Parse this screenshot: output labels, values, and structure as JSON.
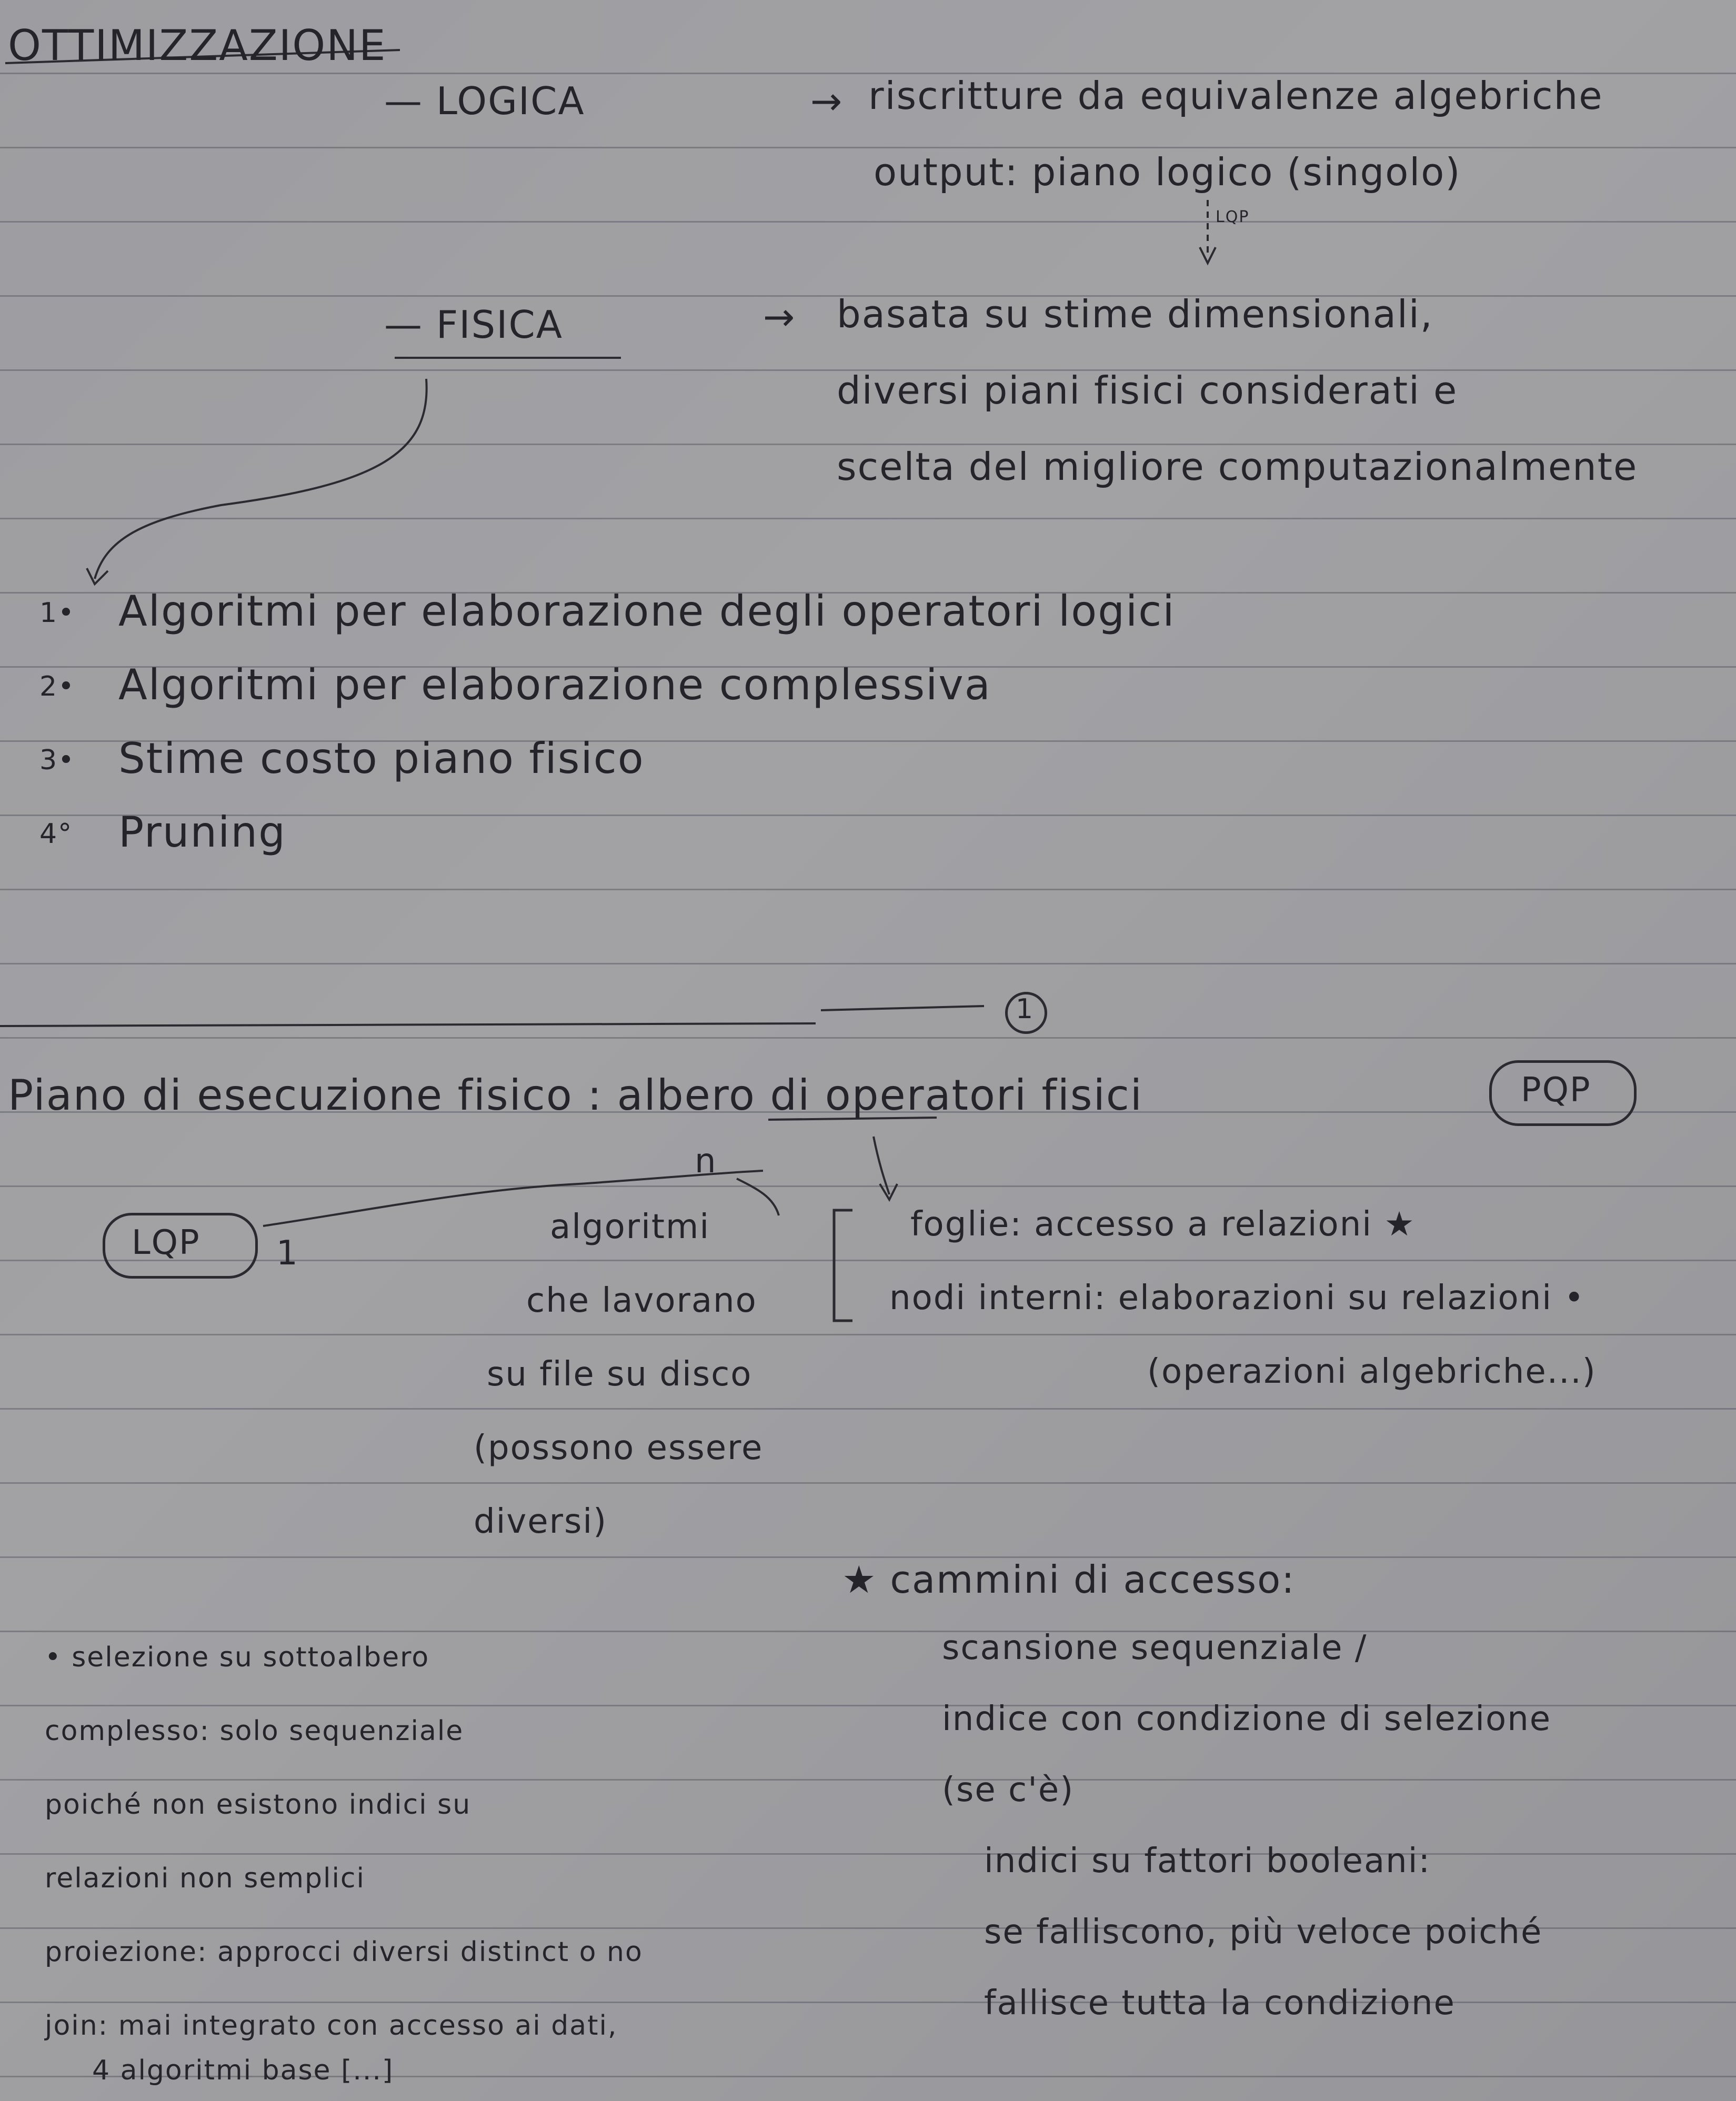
{
  "title": "OTTIMIZZAZIONE",
  "logica": {
    "label": "— LOGICA",
    "arrow": "→",
    "line1": "riscritture da equivalenze algebriche",
    "line2": "output: piano logico (singolo)",
    "tag": "LQP"
  },
  "fisica": {
    "label": "— FISICA",
    "arrow": "→",
    "line1": "basata su stime dimensionali,",
    "line2": "diversi piani fisici considerati e",
    "line3": "scelta del migliore computazionalmente"
  },
  "list": [
    {
      "num": "1•",
      "text": "Algoritmi per elaborazione degli operatori logici"
    },
    {
      "num": "2•",
      "text": "Algoritmi per elaborazione complessiva"
    },
    {
      "num": "3•",
      "text": "Stime costo piano fisico"
    },
    {
      "num": "4°",
      "text": "Pruning"
    }
  ],
  "circle_num": "1",
  "piano": {
    "main": "Piano di esecuzione fisico : albero di operatori fisici",
    "pqp": "PQP",
    "n": "n",
    "lqp": "LQP",
    "one": "1",
    "alg1": "algoritmi",
    "alg2": "che lavorano",
    "alg3": "su file su disco",
    "alg4": "(possono essere",
    "alg5": "diversi)",
    "foglie": "foglie: accesso a relazioni ★",
    "nodi": "nodi interni: elaborazioni su relazioni •",
    "oper": "(operazioni algebriche...)"
  },
  "cammini": {
    "title": "★ cammini di accesso:",
    "l1": "scansione sequenziale /",
    "l2": "indice con condizione di selezione",
    "l3": "(se c'è)",
    "l4": "indici su fattori booleani:",
    "l5": "se falliscono, più veloce poiché",
    "l6": "fallisce tutta la condizione"
  },
  "selezione": {
    "l1": "• selezione su sottoalbero",
    "l2": "complesso: solo sequenziale",
    "l3": "poiché non esistono indici su",
    "l4": "relazioni non semplici",
    "l5": "proiezione: approcci diversi distinct o no",
    "l6": "join: mai integrato con accesso ai dati,",
    "l7": "4 algoritmi base [...]"
  }
}
